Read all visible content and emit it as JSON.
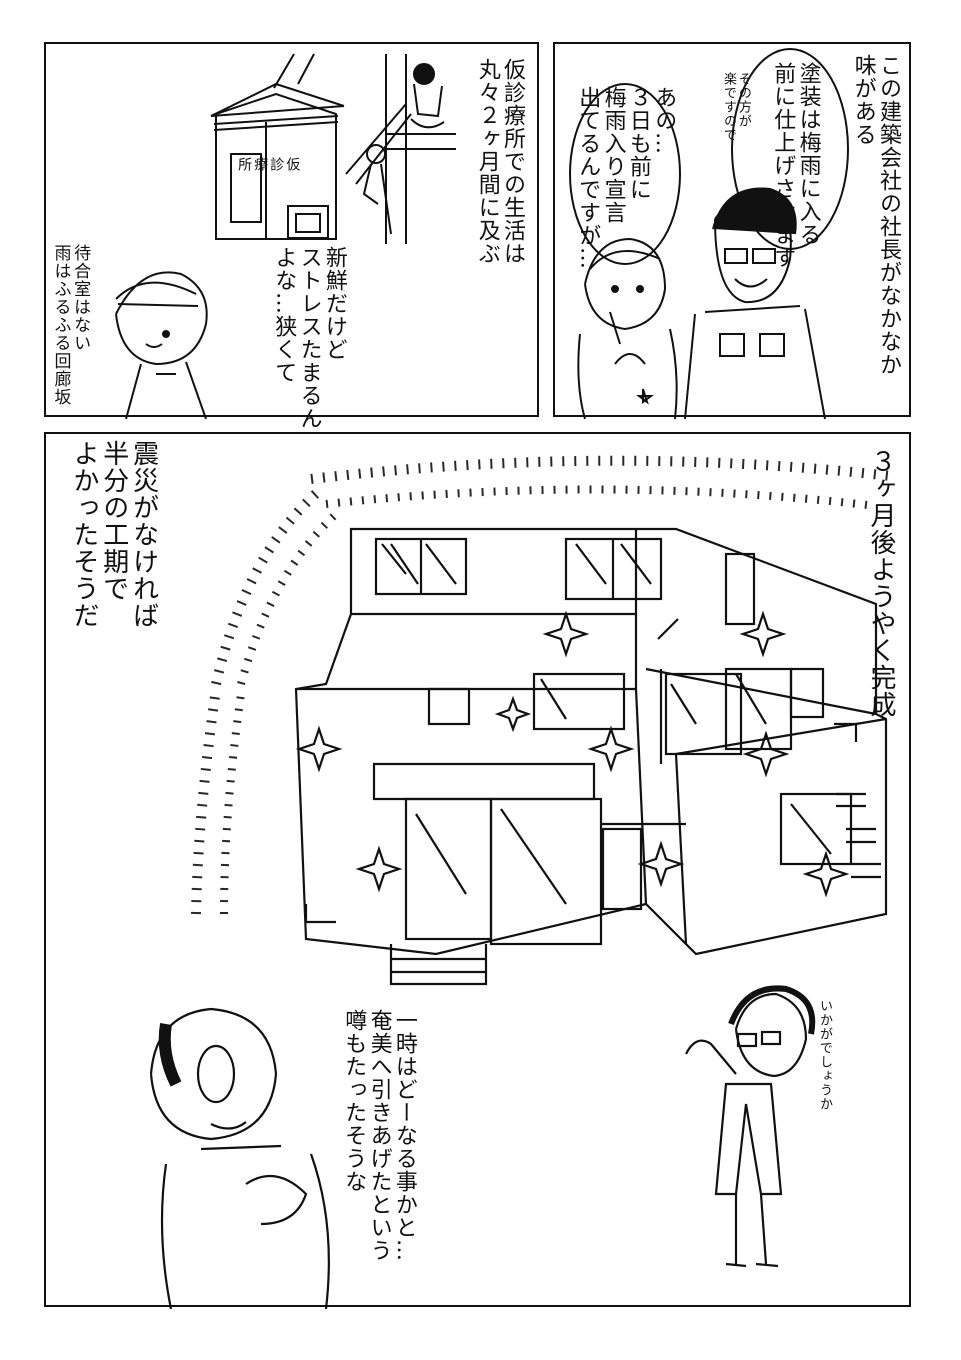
{
  "panels": {
    "top_right": {
      "narration": "この建築会社の社長がなかなか\n味がある",
      "president_line": "塗装は梅雨に入る\n前に仕上げさせます",
      "president_aside": "その方が\n楽ですので",
      "doctor_line": "あの…\n３日も前に\n梅雨入り宣言\n出てるんですが…"
    },
    "top_left": {
      "narration": "仮診療所での生活は\n丸々２ヶ月間に及ぶ",
      "sign_text": "仮\n診\n療\n所",
      "doctor_thought": "新鮮だけど\nストレスたまるんだ\nよな…狭くて",
      "side_note": "待合室はない\n雨はふるふる回廊坂"
    },
    "bottom": {
      "narration_right": "３ヶ月後ようやく完成",
      "narration_left": "震災がなければ\n半分の工期で\nよかったそうだ",
      "president_line": "いかがでしょうか",
      "doctor_thought": "一時はどーなる事かと…\n奄美へ引きあげたという\n噂もたったそうな"
    }
  }
}
